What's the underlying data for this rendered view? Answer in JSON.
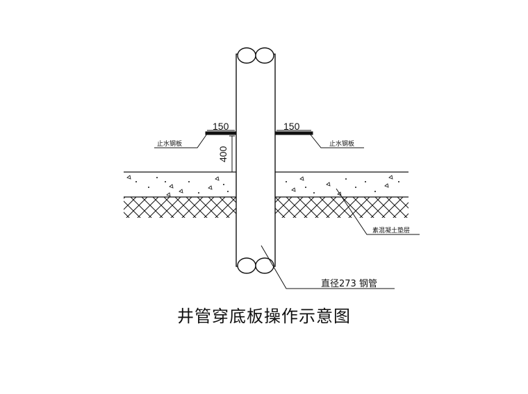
{
  "diagram": {
    "dim_left": "150",
    "dim_right": "150",
    "dim_vertical": "400",
    "label_left_plate": "止水钢板",
    "label_right_plate": "止水钢板",
    "label_concrete": "素混凝土垫层",
    "label_pipe": "直径273 钢管",
    "caption": "井管穿底板操作示意图"
  },
  "colors": {
    "line": "#111111",
    "background": "#ffffff"
  }
}
